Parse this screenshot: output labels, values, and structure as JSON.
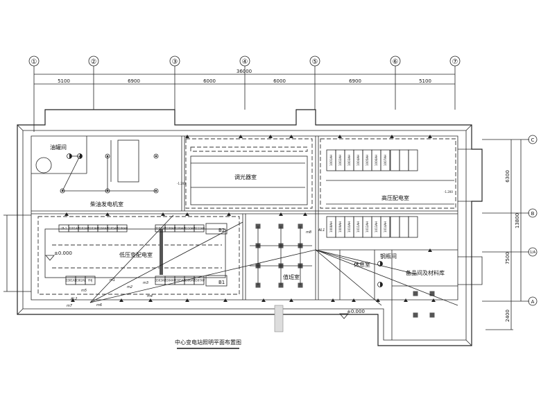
{
  "drawing": {
    "title": "中心变电站照明平面布置图",
    "axes_horizontal": [
      "①",
      "②",
      "③",
      "④",
      "⑤",
      "⑥",
      "⑦"
    ],
    "axes_vertical": [
      "C",
      "B",
      "1/A",
      "A"
    ],
    "overall_dim": "36000",
    "bay_dims": [
      "5100",
      "6900",
      "6000",
      "6000",
      "6900",
      "5100"
    ],
    "vertical_dims": {
      "c_b": "6300",
      "total": "13800",
      "b_a": "7500",
      "below_a": "2400"
    },
    "rooms": {
      "oil_room": "油罐间",
      "generator_room": "柴油发电机室",
      "dimmer_room": "调光器室",
      "hv_room": "高压配电室",
      "lv_room": "低压变配电室",
      "control_room": "值班室",
      "rest_room": "休息室",
      "steel_room": "钢瓶间",
      "spare_room": "备品间及材料库"
    },
    "elevations": {
      "lv": "±0.000",
      "outside": "±0.000",
      "hv": "-1.200",
      "gen": "-1.200"
    },
    "transformers": [
      "B1",
      "B2"
    ],
    "hv_cabinets_top": [
      "1001AH",
      "1002AH",
      "1003AH",
      "1004AH",
      "1005AH",
      "1006AH",
      "1007AH"
    ],
    "hv_cabinets_bottom": [
      "1008AH",
      "1009AH",
      "1010AH",
      "1011AH",
      "1012AH",
      "1013AH",
      "1014AH"
    ],
    "lv_cabinets_top": [
      "LB-1",
      "D201AP",
      "D202AP",
      "D203AP",
      "D204AP",
      "D205AP",
      "D206AP"
    ],
    "lv_cabinets_top_right": [
      "D207AP",
      "D208AP",
      "D209AP",
      "D210AP",
      "D211AP"
    ],
    "lv_cabinets_bottom": [
      "D301AL",
      "D302AL",
      "YHJ"
    ],
    "lv_cabinets_bottom_right": [
      "D303AP",
      "D304AP",
      "D305AP",
      "D306AP",
      "D307AP"
    ],
    "circuit_labels": [
      "m1",
      "m2",
      "m3",
      "m4",
      "m5",
      "m6",
      "m7",
      "m8",
      "AL1",
      "AL2"
    ]
  }
}
